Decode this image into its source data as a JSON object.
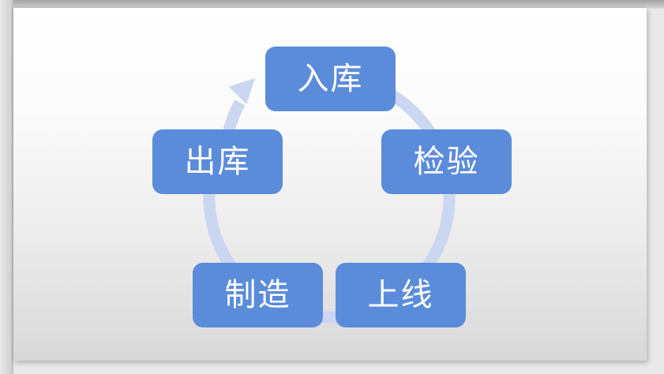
{
  "window": {
    "frame_color": "#e9e9e9",
    "slide_background_top": "#ffffff",
    "slide_background_bottom": "#d8d8d9"
  },
  "diagram": {
    "type": "cycle",
    "flow_direction": "clockwise",
    "colors": {
      "node_fill": "#5b8cda",
      "node_text": "#ffffff",
      "arrow_ring": "#cbd6f0"
    },
    "nodes": [
      {
        "label": "入库",
        "position": "top"
      },
      {
        "label": "检验",
        "position": "right"
      },
      {
        "label": "上线",
        "position": "bottom-right"
      },
      {
        "label": "制造",
        "position": "bottom-left"
      },
      {
        "label": "出库",
        "position": "left"
      }
    ]
  }
}
